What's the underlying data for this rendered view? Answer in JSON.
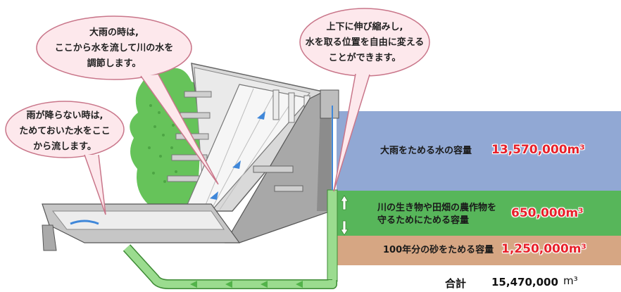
{
  "callouts": {
    "top_center": [
      "大雨の時は,",
      "ここから水を流して川の水を",
      "調節します。"
    ],
    "left": [
      "雨が降らない時は,",
      "ためておいた水をここ",
      "から流します。"
    ],
    "right": [
      "上下に伸び縮みし,",
      "水を取る位置を自由に変える",
      "ことができます。"
    ]
  },
  "layers": [
    {
      "label": "大雨をためる水の容量",
      "value": "13,570,000m³",
      "color": "#91a8d4"
    },
    {
      "label_lines": [
        "川の生き物や田畑の農作物を",
        "守るためにためる容量"
      ],
      "value": "650,000m³",
      "color": "#57b65a"
    },
    {
      "label": "100年分の砂をためる容量",
      "value": "1,250,000m³",
      "color": "#d6a683"
    }
  ],
  "total": {
    "label": "合計",
    "value": "15,470,000",
    "unit": "m³"
  },
  "colors": {
    "dam_body": "#f2f2f2",
    "dam_shadow": "#9a9a9a",
    "trees": "#66c35a",
    "pipe": "#9bdc8f",
    "arrow": "#53b34a",
    "bubble": "#fde8ec",
    "bubble_stroke": "#c9768a"
  }
}
